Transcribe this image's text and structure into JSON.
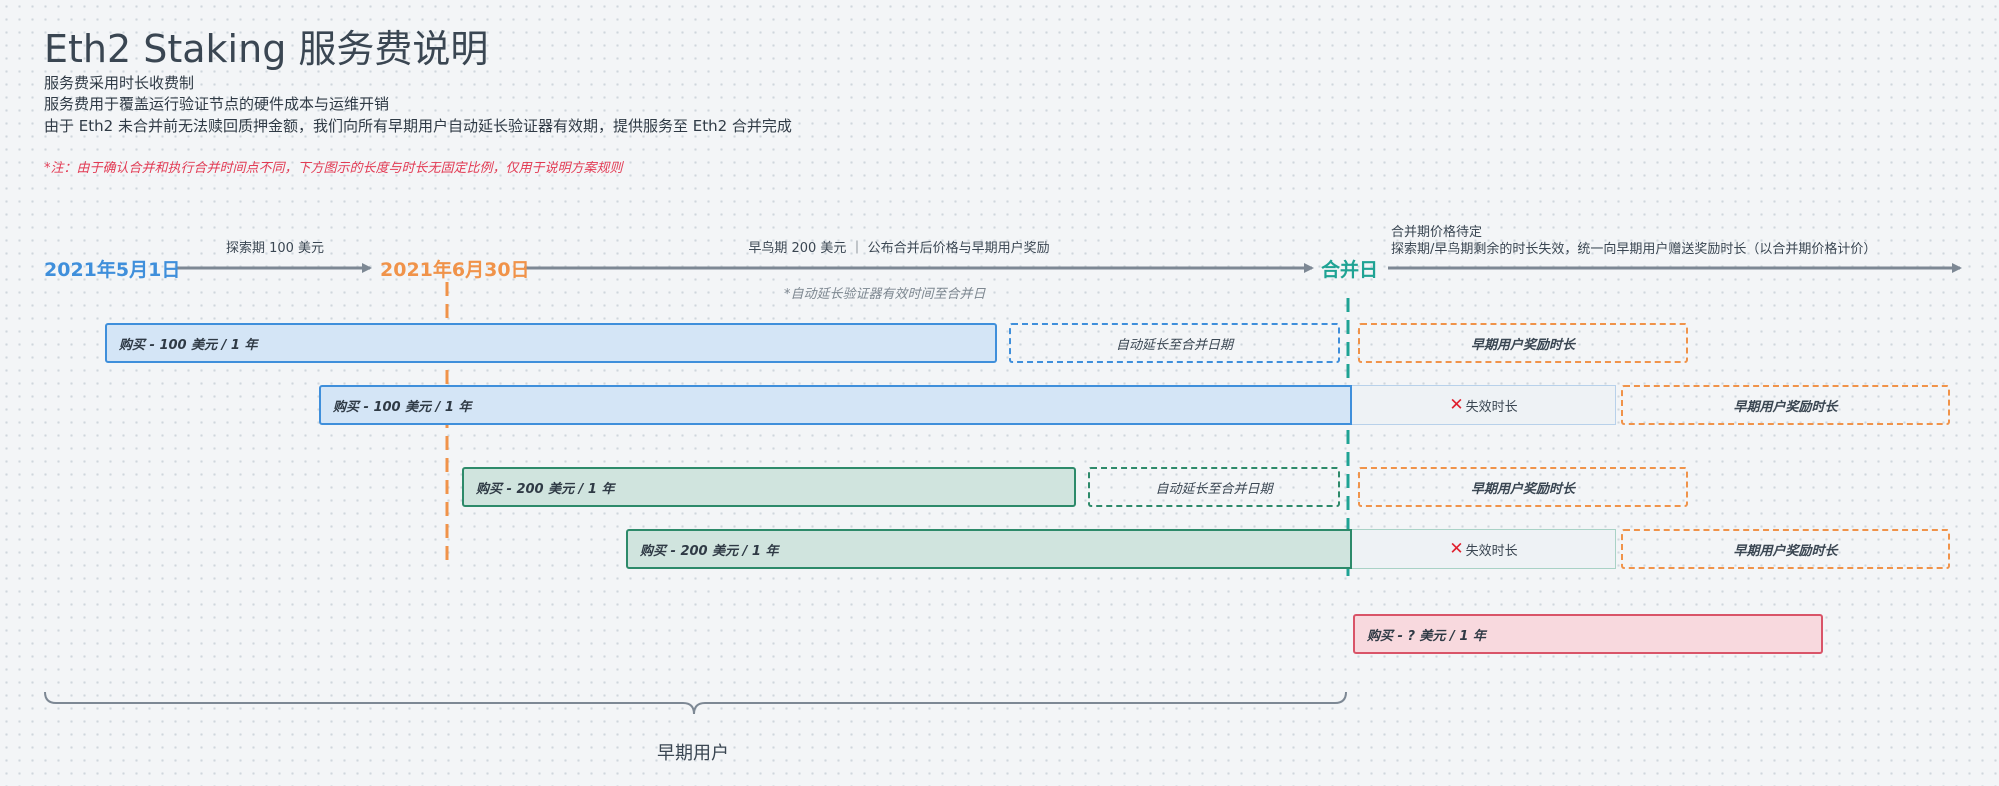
{
  "title": "Eth2 Staking 服务费说明",
  "descriptions": [
    "服务费采用时长收费制",
    "服务费用于覆盖运行验证节点的硬件成本与运维开销",
    "由于 Eth2 未合并前无法赎回质押金额，我们向所有早期用户自动延长验证器有效期，提供服务至 Eth2 合并完成"
  ],
  "note": "*注：由于确认合并和执行合并时间点不同，下方图示的长度与时长无固定比例，仅用于说明方案规则",
  "timeline": {
    "date1": "2021年5月1日",
    "date2": "2021年6月30日",
    "merge": "合并日",
    "segment1": "探索期 100 美元",
    "segment2": "早鸟期 200 美元 ｜ 公布合并后价格与早期用户奖励",
    "segment3_line1": "合并期价格待定",
    "segment3_line2": "探索期/早鸟期剩余的时长失效，统一向早期用户赠送奖励时长（以合并期价格计价）",
    "auto_note": "*自动延长验证器有效时间至合并日"
  },
  "bars": {
    "row1": "购买 - 100 美元 / 1 年",
    "row2": "购买 - 100 美元 / 1 年",
    "row3": "购买 - 200 美元 / 1 年",
    "row4": "购买 - 200 美元 / 1 年",
    "row5": "购买 - ? 美元 / 1 年"
  },
  "labels": {
    "auto_extend": "自动延长至合并日期",
    "reward": "早期用户奖励时长",
    "expired": "失效时长"
  },
  "group_label": "早期用户",
  "colors": {
    "blue": "#3f8fdb",
    "orange": "#f0934a",
    "teal": "#1fa394",
    "green": "#2d8a6a",
    "red": "#d95468",
    "arrow": "#7d8894"
  },
  "icons": {
    "expired": "x-mark-icon"
  }
}
